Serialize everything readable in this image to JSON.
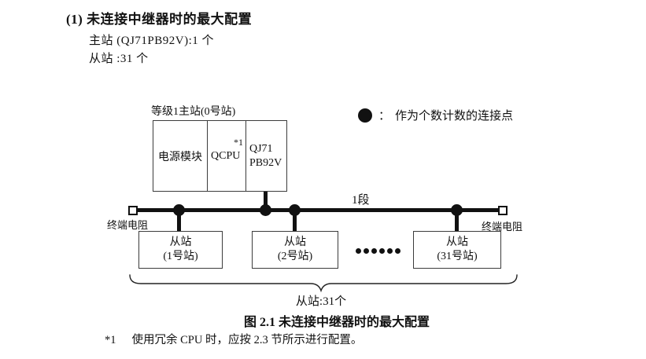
{
  "colors": {
    "ink": "#111111",
    "border": "#3c3c3c"
  },
  "heading": "(1) 未连接中继器时的最大配置",
  "config_lines": {
    "master": "主站 (QJ71PB92V):1 个",
    "slave": "从站 :31 个"
  },
  "diagram": {
    "master_station": {
      "label": "等级1主站(0号站)",
      "power_module": "电源模块",
      "cpu": "QCPU",
      "cpu_footnote_ref": "*1",
      "network_module_line1": "QJ71",
      "network_module_line2": "PB92V"
    },
    "legend": {
      "colon": "：",
      "text": "作为个数计数的连接点"
    },
    "segment_label": "1段",
    "terminator_left": "终端电阻",
    "terminator_right": "终端电阻",
    "slaves": [
      {
        "line1": "从站",
        "line2": "(1号站)"
      },
      {
        "line1": "从站",
        "line2": "(2号站)"
      },
      {
        "line1": "从站",
        "line2": "(31号站)"
      }
    ],
    "ellipsis_dot_count": 6,
    "brace_label": "从站:31个"
  },
  "caption": "图 2.1 未连接中继器时的最大配置",
  "footnote": {
    "ref": "*1",
    "text": "使用冗余 CPU 时，应按 2.3 节所示进行配置。"
  }
}
